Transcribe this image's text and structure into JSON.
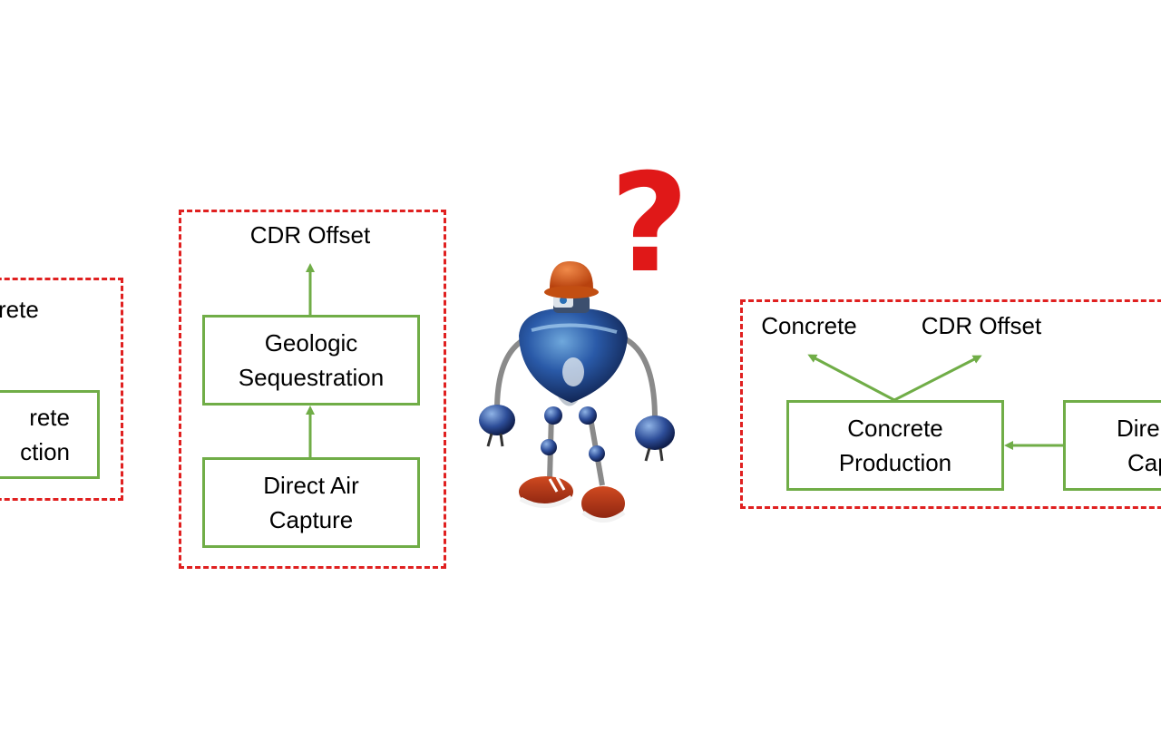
{
  "colors": {
    "dashed_border": "#e02020",
    "process_box": "#70ad47",
    "arrow": "#70ad47",
    "question_mark": "#e01818"
  },
  "left_group": {
    "output_label_partial": "rete",
    "box_line1_partial": "rete",
    "box_line2_partial": "ction"
  },
  "middle_group": {
    "output_label": "CDR Offset",
    "sequestration_box": {
      "line1": "Geologic",
      "line2": "Sequestration"
    },
    "capture_box": {
      "line1": "Direct Air",
      "line2": "Capture"
    }
  },
  "robot": {
    "icon": "robot-with-hard-hat-icon",
    "symbol": "?"
  },
  "right_group": {
    "output_label_1": "Concrete",
    "output_label_2": "CDR Offset",
    "production_box": {
      "line1": "Concrete",
      "line2": "Production"
    },
    "capture_box_partial": {
      "line1": "Dire",
      "line2": "Cap"
    }
  }
}
